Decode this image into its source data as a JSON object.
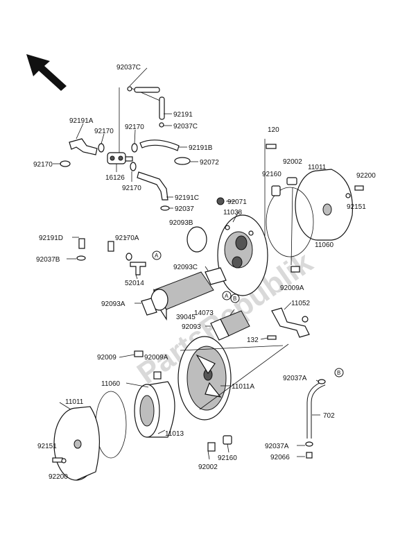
{
  "watermark": "PartsRepublik",
  "callouts": {
    "a": "A",
    "b": "B"
  },
  "labels": {
    "l92037C_top": "92037C",
    "l92191": "92191",
    "l92037C_r": "92037C",
    "l92191A": "92191A",
    "l92170_a": "92170",
    "l92170_b": "92170",
    "l92191B": "92191B",
    "l92170_left": "92170",
    "l92072": "92072",
    "l16126": "16126",
    "l92170_c": "92170",
    "l92191C": "92191C",
    "l92037": "92037",
    "l92071": "92071",
    "l120": "120",
    "l92002_top": "92002",
    "l11011_top": "11011",
    "l92160_top": "92160",
    "l92200_top": "92200",
    "l92151_top": "92151",
    "l11038": "11038",
    "l92093B": "92093B",
    "l92191D": "92191D",
    "l92170A": "92170A",
    "l92037B": "92037B",
    "l11060_top": "11060",
    "l52014": "52014",
    "l92093C": "92093C",
    "l92009A_r": "92009A",
    "l92093A": "92093A",
    "l14073": "14073",
    "l11052": "11052",
    "l39045": "39045",
    "l92093": "92093",
    "l132": "132",
    "l92009": "92009",
    "l92009A": "92009A",
    "l11060": "11060",
    "l11011A": "11011A",
    "l92037A_top": "92037A",
    "l11011": "11011",
    "l702": "702",
    "l11013": "11013",
    "l92151": "92151",
    "l92200": "92200",
    "l92002": "92002",
    "l92160": "92160",
    "l92037A": "92037A",
    "l92066": "92066"
  }
}
